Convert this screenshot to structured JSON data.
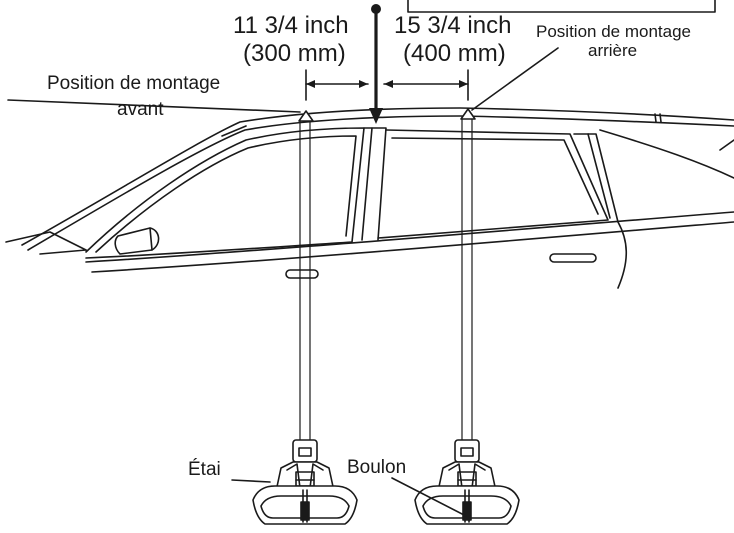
{
  "measurements": {
    "front": {
      "imperial": "11 3/4 inch",
      "metric": "(300 mm)"
    },
    "rear": {
      "imperial": "15 3/4 inch",
      "metric": "(400 mm)"
    }
  },
  "labels": {
    "front_position": {
      "line1": "Position de montage",
      "line2": "avant"
    },
    "rear_position": {
      "line1": "Position de montage",
      "line2": "arrière"
    },
    "stay": "Étai",
    "bolt": "Boulon"
  },
  "colors": {
    "line": "#1a1a1a",
    "background": "#ffffff"
  }
}
